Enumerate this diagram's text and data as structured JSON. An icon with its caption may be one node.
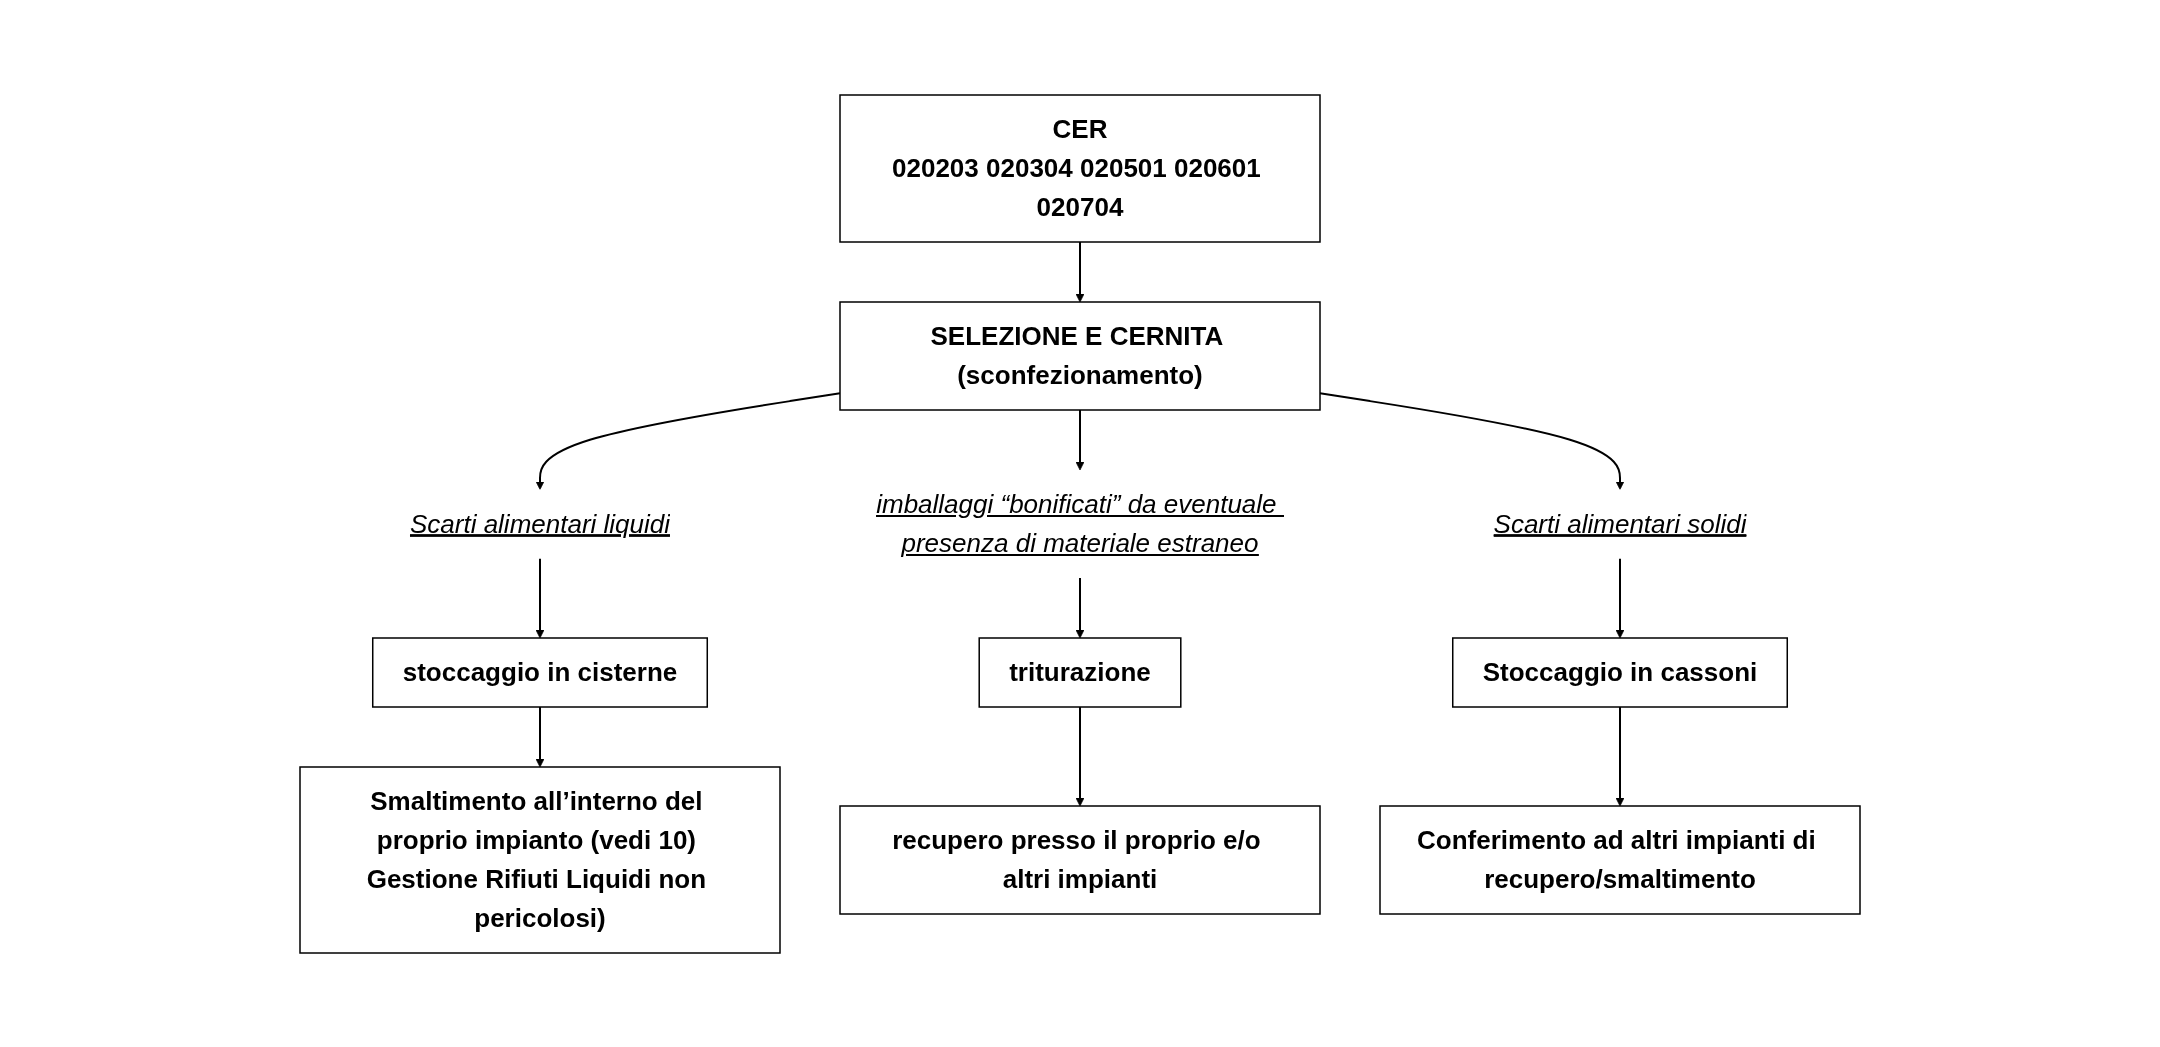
{
  "diagram": {
    "nodes": [
      {
        "text": [
          "CER",
          "020203 020304 020501 020601 020704"
        ]
      },
      {
        "text": [
          "SELEZIONE E CERNITA (sconfezionamento)"
        ]
      },
      {
        "text": [
          "Scarti alimentari liquidi"
        ]
      },
      {
        "text": [
          "stoccaggio in cisterne"
        ]
      },
      {
        "text": [
          "Smaltimento all’interno del proprio impianto (vedi 10) Gestione Rifiuti Liquidi non pericolosi)"
        ]
      },
      {
        "text": [
          "imballaggi “bonificati” da eventuale presenza di materiale estraneo"
        ]
      },
      {
        "text": [
          "triturazione"
        ]
      },
      {
        "text": [
          "recupero presso il proprio e/o altri impianti"
        ]
      },
      {
        "text": [
          "Scarti alimentari solidi"
        ]
      },
      {
        "text": [
          "Stoccaggio in cassoni"
        ]
      },
      {
        "text": [
          "Conferimento ad altri impianti di recupero/smaltimento"
        ]
      }
    ],
    "edges": [
      {
        "from": 0,
        "to": 1,
        "arrow": "to"
      },
      {
        "from": 1,
        "to": 2,
        "arrow": "to"
      },
      {
        "from": 2,
        "to": 3,
        "arrow": "to"
      },
      {
        "from": 3,
        "to": 4,
        "arrow": "to"
      },
      {
        "from": 1,
        "to": 5,
        "arrow": "to"
      },
      {
        "from": 5,
        "to": 6,
        "arrow": "to"
      },
      {
        "from": 6,
        "to": 7,
        "arrow": "to"
      },
      {
        "from": 1,
        "to": 8,
        "arrow": "to"
      },
      {
        "from": 8,
        "to": 9,
        "arrow": "to"
      },
      {
        "from": 9,
        "to": 10,
        "arrow": "to"
      }
    ]
  }
}
